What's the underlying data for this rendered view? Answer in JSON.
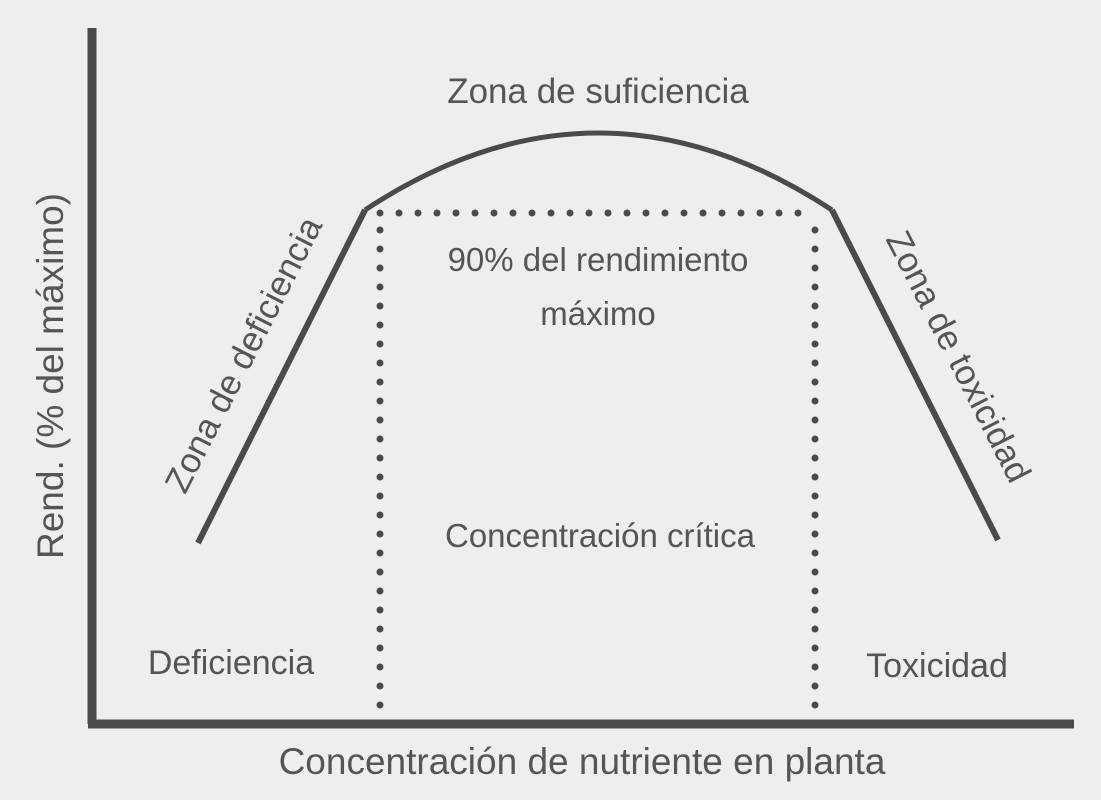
{
  "diagram": {
    "y_axis_label": "Rend. (% del máximo)",
    "x_axis_label": "Concentración de nutriente en planta",
    "zone_sufficiency": "Zona de suficiencia",
    "zone_deficiency": "Zona de deficiencia",
    "zone_toxicity": "Zona de toxicidad",
    "ninety_line1": "90% del rendimiento",
    "ninety_line2": "máximo",
    "critical_concentration": "Concentración crítica",
    "corner_deficiency": "Deficiencia",
    "corner_toxicity": "Toxicidad"
  },
  "colors": {
    "background": "#efeeed",
    "ink": "#4a4a4a",
    "text": "#555555"
  }
}
